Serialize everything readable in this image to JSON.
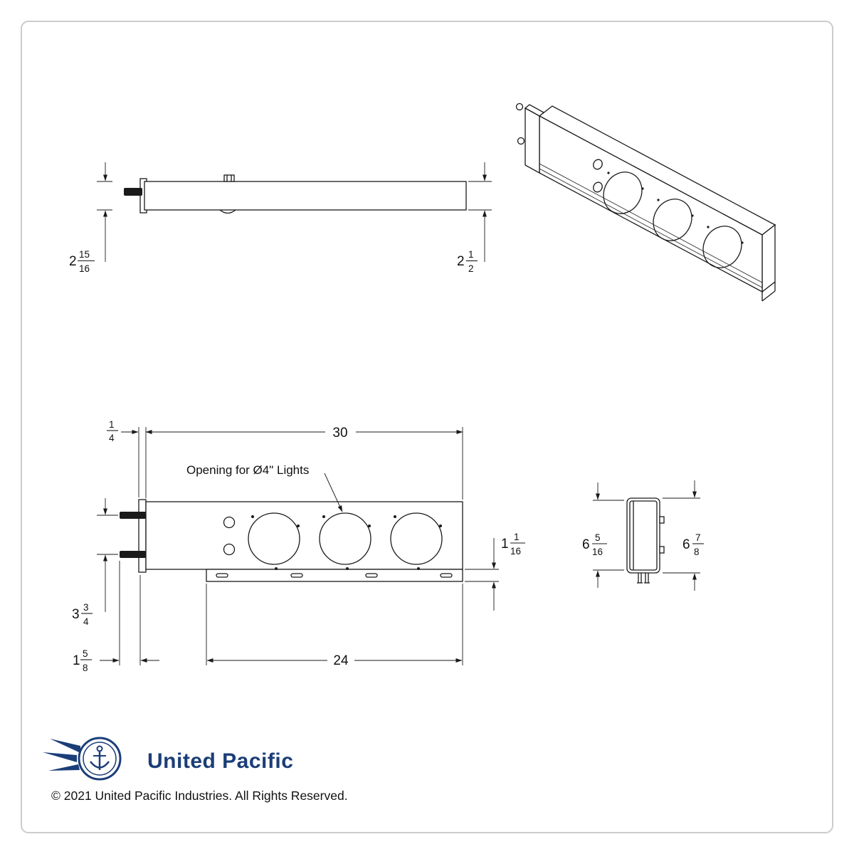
{
  "page": {
    "background": "#ffffff",
    "border_color": "#cccccc",
    "line_color": "#1a1a1a",
    "brand_color": "#1b3e78"
  },
  "title_block": {
    "brand": "United Pacific",
    "copyright": "© 2021 United Pacific Industries. All Rights Reserved."
  },
  "icons": {
    "logo_emblem": "winged-anchor-badge"
  },
  "callouts": {
    "opening_label": "Opening for Ø4\" Lights"
  },
  "dimensions": {
    "side_view": {
      "left_height": {
        "whole": "2",
        "num": "15",
        "den": "16"
      },
      "right_height": {
        "whole": "2",
        "num": "1",
        "den": "2"
      }
    },
    "front_view": {
      "plate_offset": {
        "num": "1",
        "den": "4"
      },
      "overall_width": "30",
      "flange_drop": {
        "whole": "1",
        "num": "1",
        "den": "16"
      },
      "stud_spacing": {
        "whole": "3",
        "num": "3",
        "den": "4"
      },
      "stud_length": {
        "whole": "1",
        "num": "5",
        "den": "8"
      },
      "slot_span": "24"
    },
    "end_view": {
      "inner_height": {
        "whole": "6",
        "num": "5",
        "den": "16"
      },
      "outer_height": {
        "whole": "6",
        "num": "7",
        "den": "8"
      }
    }
  }
}
